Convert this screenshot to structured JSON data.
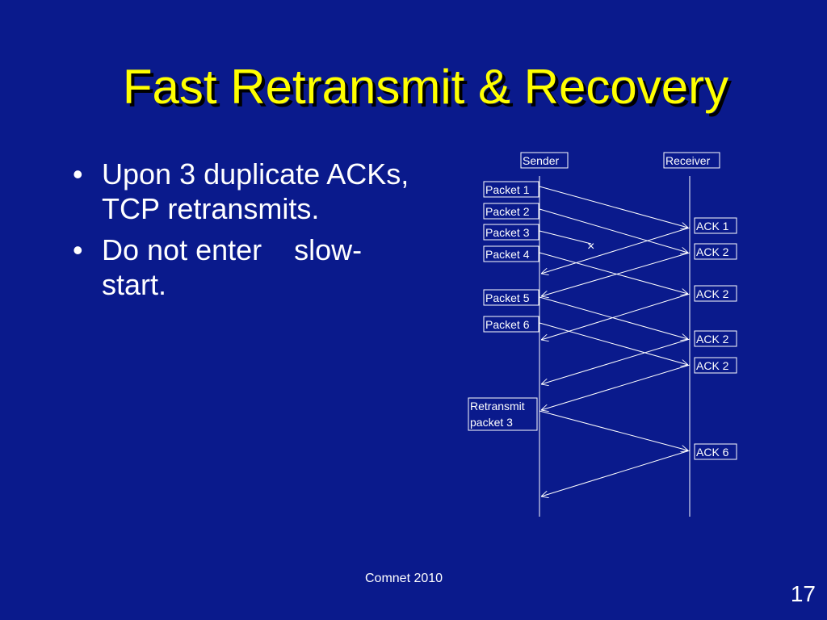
{
  "slide": {
    "title": "Fast Retransmit & Recovery",
    "bullets": [
      "Upon 3 duplicate ACKs, TCP retransmits.",
      "Do not enter    slow-start."
    ],
    "footer": "Comnet 2010",
    "page_number": "17"
  },
  "diagram": {
    "sender_label": "Sender",
    "receiver_label": "Receiver",
    "sender_boxes": [
      "Packet 1",
      "Packet 2",
      "Packet 3",
      "Packet 4",
      "Packet 5",
      "Packet 6"
    ],
    "retransmit_lines": [
      "Retransmit",
      "packet 3"
    ],
    "receiver_boxes": [
      "ACK 1",
      "ACK 2",
      "ACK 2",
      "ACK 2",
      "ACK 2",
      "ACK 6"
    ],
    "lost_marker": "×"
  }
}
